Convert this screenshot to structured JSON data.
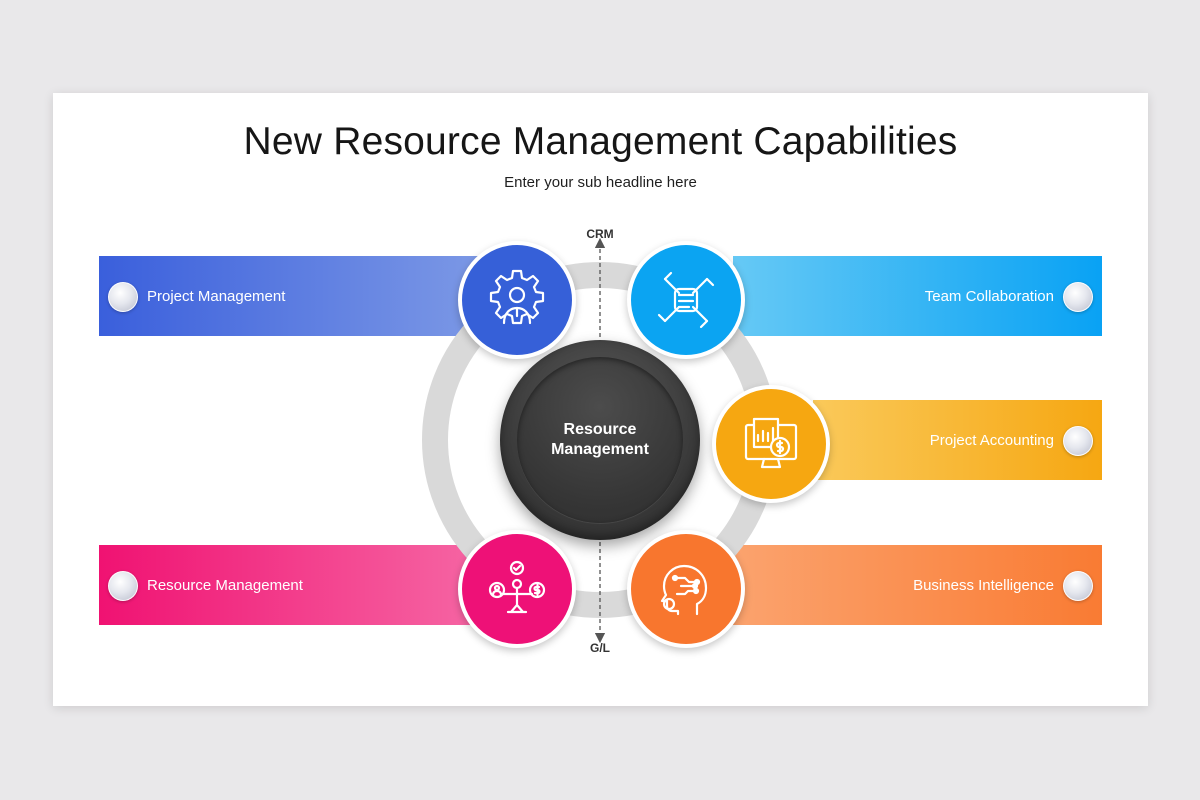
{
  "slide": {
    "title": "New Resource Management Capabilities",
    "subtitle": "Enter your sub headline here"
  },
  "center": {
    "label": "Resource Management",
    "top_axis_label": "CRM",
    "bottom_axis_label": "G/L"
  },
  "items": {
    "project_management": {
      "label": "Project Management",
      "color": "#3660d8",
      "icon": "gear-person-icon"
    },
    "team_collaboration": {
      "label": "Team Collaboration",
      "color": "#0ba4f2",
      "icon": "hands-collaboration-icon"
    },
    "project_accounting": {
      "label": "Project Accounting",
      "color": "#f6a711",
      "icon": "monitor-dollar-icon"
    },
    "resource_management": {
      "label": "Resource Management",
      "color": "#ee1177",
      "icon": "balance-person-icon"
    },
    "business_intelligence": {
      "label": "Business Intelligence",
      "color": "#f8762e",
      "icon": "head-circuit-icon"
    }
  }
}
